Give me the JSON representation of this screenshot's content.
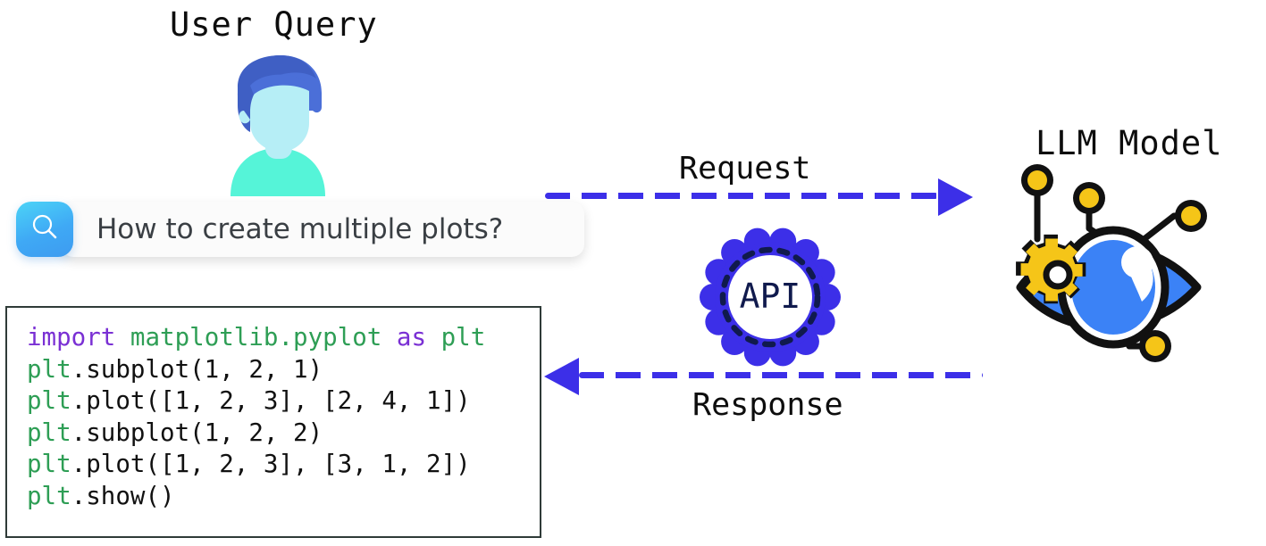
{
  "diagram": {
    "title": "LLM API request/response flow for matplotlib code generation",
    "background_color": "#ffffff",
    "accent_blue": "#3c2fe8",
    "accent_navy": "#101a4d",
    "accent_yellow": "#f5c518",
    "accent_green": "#2e9e55",
    "accent_purple": "#7a30d4"
  },
  "user_panel": {
    "title": "User Query",
    "avatar_icon": "user-avatar-icon",
    "search": {
      "icon": "magnifier-icon",
      "value": "How to create multiple plots?",
      "placeholder": "How to create multiple plots?"
    }
  },
  "code_panel": {
    "language": "python",
    "lines": [
      [
        {
          "text": "import ",
          "type": "keyword"
        },
        {
          "text": "matplotlib.pyplot ",
          "type": "module"
        },
        {
          "text": "as ",
          "type": "keyword"
        },
        {
          "text": "plt",
          "type": "module"
        }
      ],
      [
        {
          "text": "plt",
          "type": "module"
        },
        {
          "text": ".subplot(1, 2, 1)",
          "type": "plain"
        }
      ],
      [
        {
          "text": "plt",
          "type": "module"
        },
        {
          "text": ".plot([1, 2, 3], [2, 4, 1])",
          "type": "plain"
        }
      ],
      [
        {
          "text": "plt",
          "type": "module"
        },
        {
          "text": ".subplot(1, 2, 2)",
          "type": "plain"
        }
      ],
      [
        {
          "text": "plt",
          "type": "module"
        },
        {
          "text": ".plot([1, 2, 3], [3, 1, 2])",
          "type": "plain"
        }
      ],
      [
        {
          "text": "plt",
          "type": "module"
        },
        {
          "text": ".show()",
          "type": "plain"
        }
      ]
    ]
  },
  "api_node": {
    "label": "API",
    "icon": "gear-icon"
  },
  "llm_panel": {
    "title": "LLM Model",
    "icon": "eye-network-icon"
  },
  "flow": {
    "request": {
      "label": "Request",
      "direction": "right",
      "style": "dashed",
      "color": "#3c2fe8"
    },
    "response": {
      "label": "Response",
      "direction": "left",
      "style": "dashed",
      "color": "#3c2fe8"
    }
  }
}
